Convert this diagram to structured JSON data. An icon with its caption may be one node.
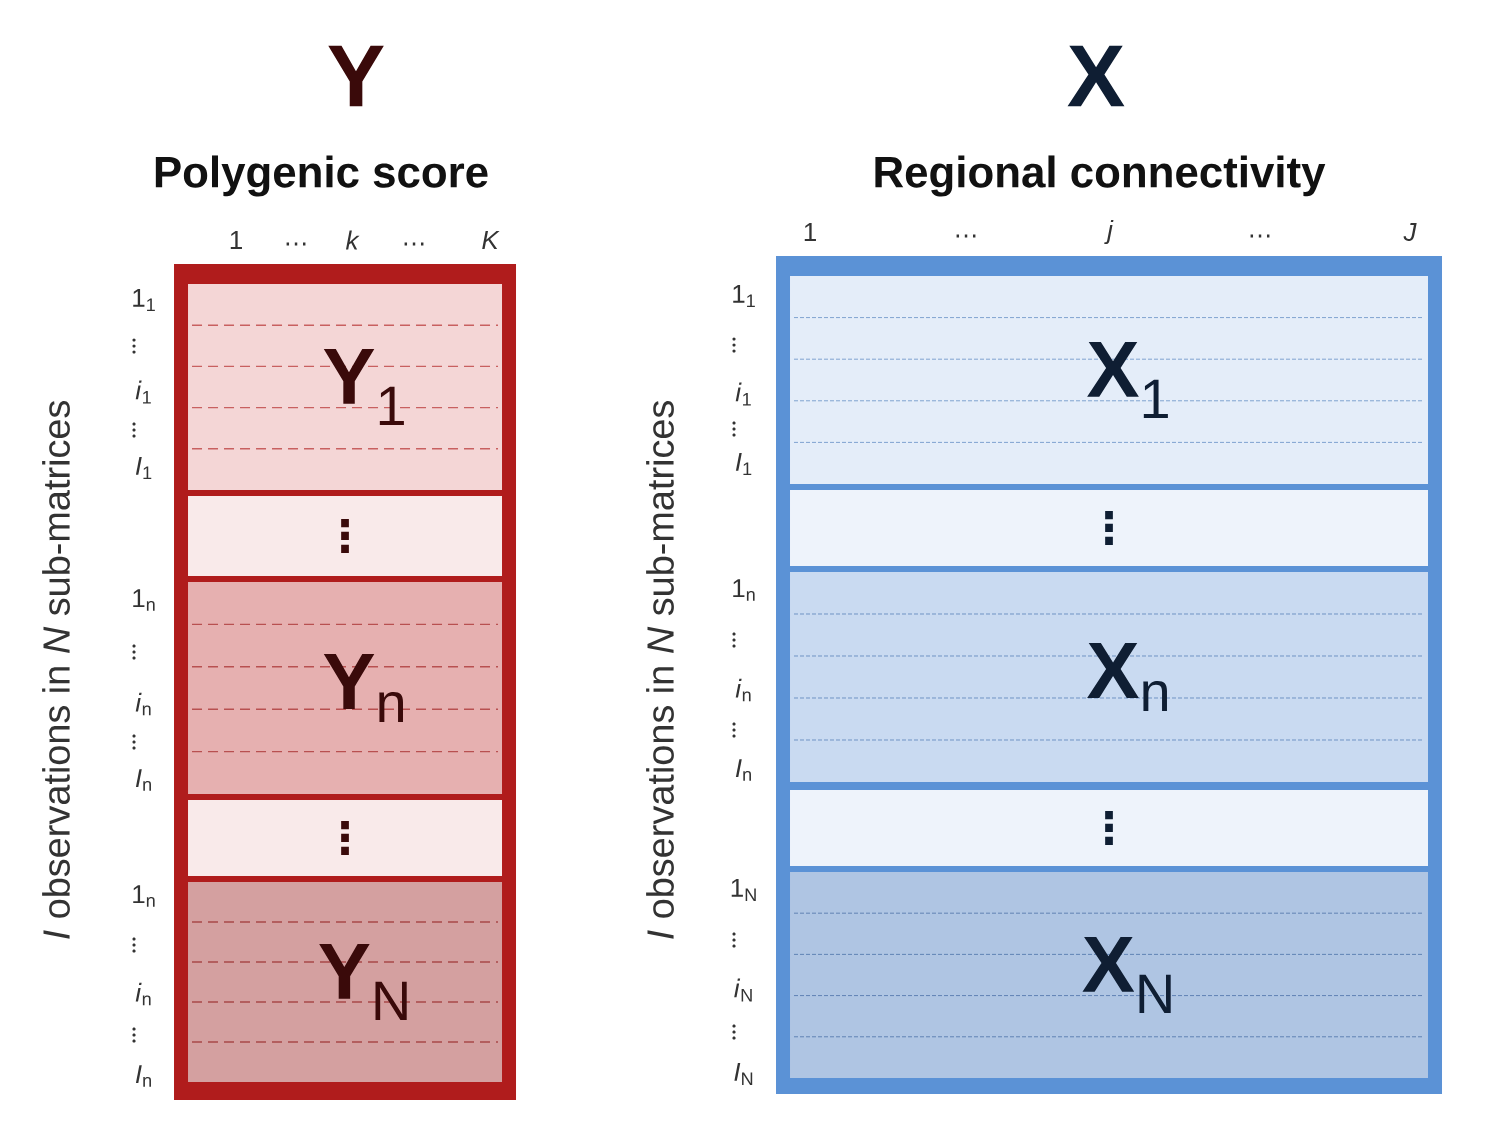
{
  "diagram": {
    "nodes": [
      {
        "text": [
          "Y",
          "Polygenic score"
        ]
      },
      {
        "text": [
          "**Y**$_{1}$"
        ],
        "in": 0
      },
      {
        "text": [
          "⋮"
        ],
        "in": 0
      },
      {
        "text": [
          "**Y**$_{n}$"
        ],
        "in": 0
      },
      {
        "text": [
          "⋮"
        ],
        "in": 0
      },
      {
        "text": [
          "**Y**$_{N}$"
        ],
        "in": 0
      },
      {
        "text": [
          "X",
          "Regional connectivity"
        ]
      },
      {
        "text": [
          "**X**$_{1}$"
        ],
        "in": 6
      },
      {
        "text": [
          "⋮"
        ],
        "in": 6
      },
      {
        "text": [
          "**X**$_{n}$"
        ],
        "in": 6
      },
      {
        "text": [
          "⋮"
        ],
        "in": 6
      },
      {
        "text": [
          "**X**$_{N}$"
        ],
        "in": 6
      }
    ],
    "edges": [],
    "labels": [
      "1",
      "…",
      "k",
      "…",
      "K",
      "1",
      "…",
      "j",
      "…",
      "J",
      "*I* observations in *N* sub-matrices",
      "*I* observations in *N* sub-matrices",
      "1$_{1}$",
      "*i*$_{1}$",
      "*I*$_{1}$",
      "1$_{n}$",
      "*i*$_{n}$",
      "*I*$_{n}$",
      "1$_{n}$",
      "*i*$_{n}$",
      "*I*$_{n}$",
      "1$_{1}$",
      "*i*$_{1}$",
      "*I*$_{1}$",
      "1$_{n}$",
      "*i*$_{n}$",
      "*I*$_{n}$",
      "1$_{N}$",
      "*i*$_{N}$",
      "*I*$_{N}$"
    ]
  }
}
